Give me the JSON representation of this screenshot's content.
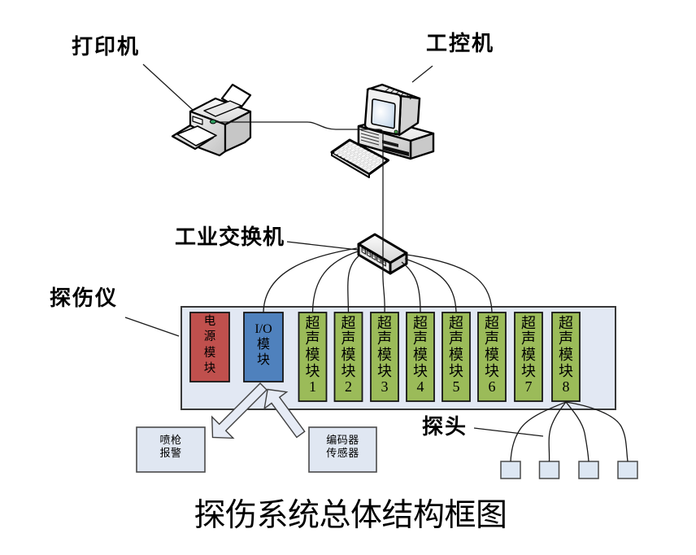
{
  "title": "探伤系统总体结构框图",
  "callouts": {
    "printer": "打印机",
    "computer": "工控机",
    "switch": "工业交换机",
    "detector": "探伤仪",
    "probe": "探头"
  },
  "detector_unit": {
    "modules": [
      {
        "id": "power",
        "text": "电\n源\n模\n块",
        "label": "电源模块",
        "color": "#c0504d"
      },
      {
        "id": "io",
        "text": "I/O\n模\n块",
        "label": "I/O模块",
        "color": "#4f81bd"
      },
      {
        "id": "ultrasonic1",
        "text": "超\n声\n模\n块\n1",
        "label": "超声模块1",
        "color": "#9bbb59"
      },
      {
        "id": "ultrasonic2",
        "text": "超\n声\n模\n块\n2",
        "label": "超声模块2",
        "color": "#9bbb59"
      },
      {
        "id": "ultrasonic3",
        "text": "超\n声\n模\n块\n3",
        "label": "超声模块3",
        "color": "#9bbb59"
      },
      {
        "id": "ultrasonic4",
        "text": "超\n声\n模\n块\n4",
        "label": "超声模块4",
        "color": "#9bbb59"
      },
      {
        "id": "ultrasonic5",
        "text": "超\n声\n模\n块\n5",
        "label": "超声模块5",
        "color": "#9bbb59"
      },
      {
        "id": "ultrasonic6",
        "text": "超\n声\n模\n块\n6",
        "label": "超声模块6",
        "color": "#9bbb59"
      },
      {
        "id": "ultrasonic7",
        "text": "超\n声\n模\n块\n7",
        "label": "超声模块7",
        "color": "#9bbb59"
      },
      {
        "id": "ultrasonic8",
        "text": "超\n声\n模\n块\n8",
        "label": "超声模块8",
        "color": "#9bbb59"
      }
    ]
  },
  "peripherals": [
    {
      "id": "spray-gun-alarm",
      "text": "喷枪\n报警",
      "label": "喷枪报警"
    },
    {
      "id": "encoder-sensor",
      "text": "编码器\n传感器",
      "label": "编码器传感器"
    }
  ],
  "probes": {
    "count": 4
  },
  "colors": {
    "cabinet_fill": "#e2e8f3",
    "power_module": "#c0504d",
    "io_module": "#4f81bd",
    "ultrasonic_module": "#9bbb59",
    "outline": "#000000"
  }
}
